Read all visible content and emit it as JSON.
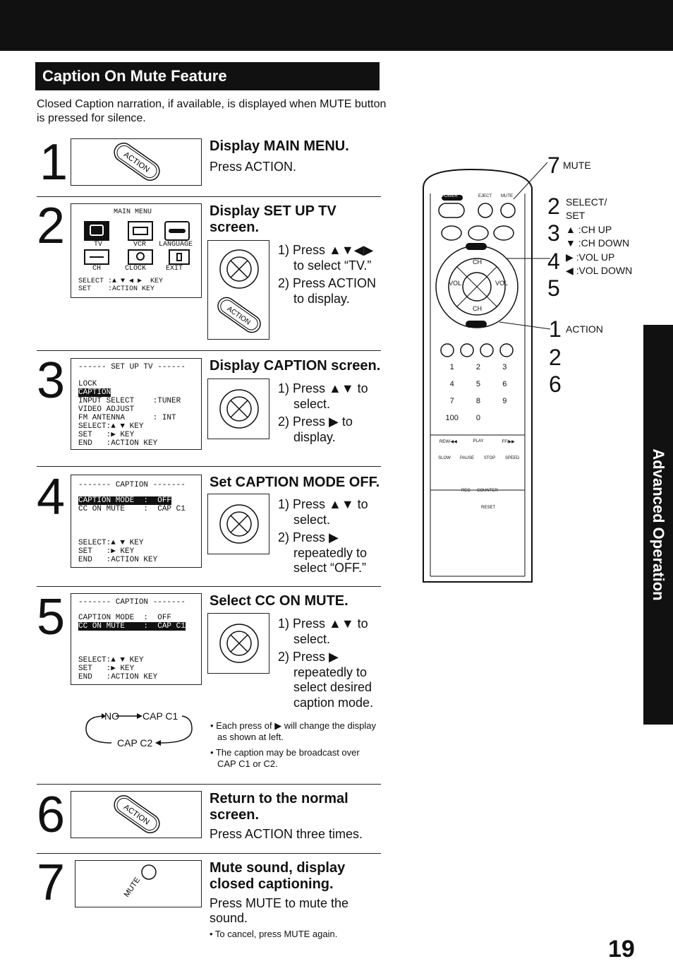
{
  "title": "Caption On Mute Feature",
  "intro": "Closed Caption narration, if available, is displayed when MUTE button is pressed for silence.",
  "steps": [
    {
      "num": "1",
      "heading": "Display MAIN MENU.",
      "body": "Press ACTION."
    },
    {
      "num": "2",
      "heading": "Display SET UP TV screen.",
      "instr": [
        "1) Press ▲▼◀▶ to select “TV.”",
        "2) Press ACTION to display."
      ]
    },
    {
      "num": "3",
      "heading": "Display CAPTION screen.",
      "instr": [
        "1) Press ▲▼ to select.",
        "2) Press ▶ to display."
      ]
    },
    {
      "num": "4",
      "heading": "Set CAPTION MODE OFF.",
      "instr": [
        "1) Press ▲▼ to select.",
        "2) Press ▶ repeatedly to select “OFF.”"
      ]
    },
    {
      "num": "5",
      "heading": "Select CC ON MUTE.",
      "instr": [
        "1) Press ▲▼ to select.",
        "2) Press ▶ repeatedly to select desired caption mode."
      ]
    },
    {
      "num": "6",
      "heading": "Return to the normal screen.",
      "body": "Press ACTION three times."
    },
    {
      "num": "7",
      "heading": "Mute sound, display closed captioning.",
      "body": "Press MUTE to mute the sound.",
      "note": "• To cancel, press MUTE again."
    }
  ],
  "main_menu": {
    "title": "MAIN MENU",
    "items": [
      "TV",
      "VCR",
      "LANGUAGE",
      "CH",
      "CLOCK",
      "EXIT"
    ],
    "select": "SELECT :▲ ▼ ◀ ▶  KEY",
    "set": "SET    :ACTION KEY"
  },
  "setup_tv_menu": {
    "title": "------ SET UP TV ------",
    "lines": [
      "LOCK",
      "CAPTION",
      "INPUT SELECT    :TUNER",
      "VIDEO ADJUST",
      "FM ANTENNA      : INT",
      "SELECT:▲ ▼ KEY",
      "SET   :▶ KEY",
      "END   :ACTION KEY"
    ]
  },
  "caption_menu_4": {
    "title": "------- CAPTION -------",
    "lines": [
      "CAPTION MODE  :  OFF",
      "CC ON MUTE    :  CAP C1",
      "",
      "SELECT:▲ ▼ KEY",
      "SET   :▶ KEY",
      "END   :ACTION KEY"
    ]
  },
  "caption_menu_5": {
    "title": "------- CAPTION -------",
    "lines": [
      "CAPTION MODE  :  OFF",
      "CC ON MUTE    :  CAP C1",
      "",
      "SELECT:▲ ▼ KEY",
      "SET   :▶ KEY",
      "END   :ACTION KEY"
    ]
  },
  "cycle": {
    "no": "NO",
    "c1": "CAP C1",
    "c2": "CAP C2"
  },
  "notes": [
    "• Each press of ▶ will change the display as shown at left.",
    "• The caption may be broadcast over CAP C1 or C2."
  ],
  "button_labels": {
    "action": "ACTION",
    "mute": "MUTE"
  },
  "remote_labels": {
    "mute_num": "7",
    "mute": "MUTE",
    "select_num": "2",
    "select": "SELECT/ SET",
    "n3": "3",
    "ch_up": "▲ :CH UP",
    "ch_down": "▼ :CH DOWN",
    "n4": "4",
    "vol_up": "▶ :VOL UP",
    "vol_down": "◀ :VOL DOWN",
    "n5": "5",
    "n1": "1",
    "action": "ACTION",
    "n2": "2",
    "n6": "6",
    "buttons": {
      "power": "POWER",
      "eject": "EJECT",
      "mute": "MUTE",
      "ch": "CH",
      "vol": "VOL",
      "keys": [
        "1",
        "2",
        "3",
        "4",
        "5",
        "6",
        "7",
        "8",
        "9",
        "100",
        "0"
      ],
      "transport": [
        "REW/◀◀",
        "PLAY",
        "FF/▶▶",
        "SLOW",
        "PAUSE",
        "STOP",
        "SPEED"
      ],
      "rec": "REC",
      "counter": "COUNTER",
      "reset": "RESET"
    }
  },
  "side_tab": "Advanced Operation",
  "page_number": "19"
}
